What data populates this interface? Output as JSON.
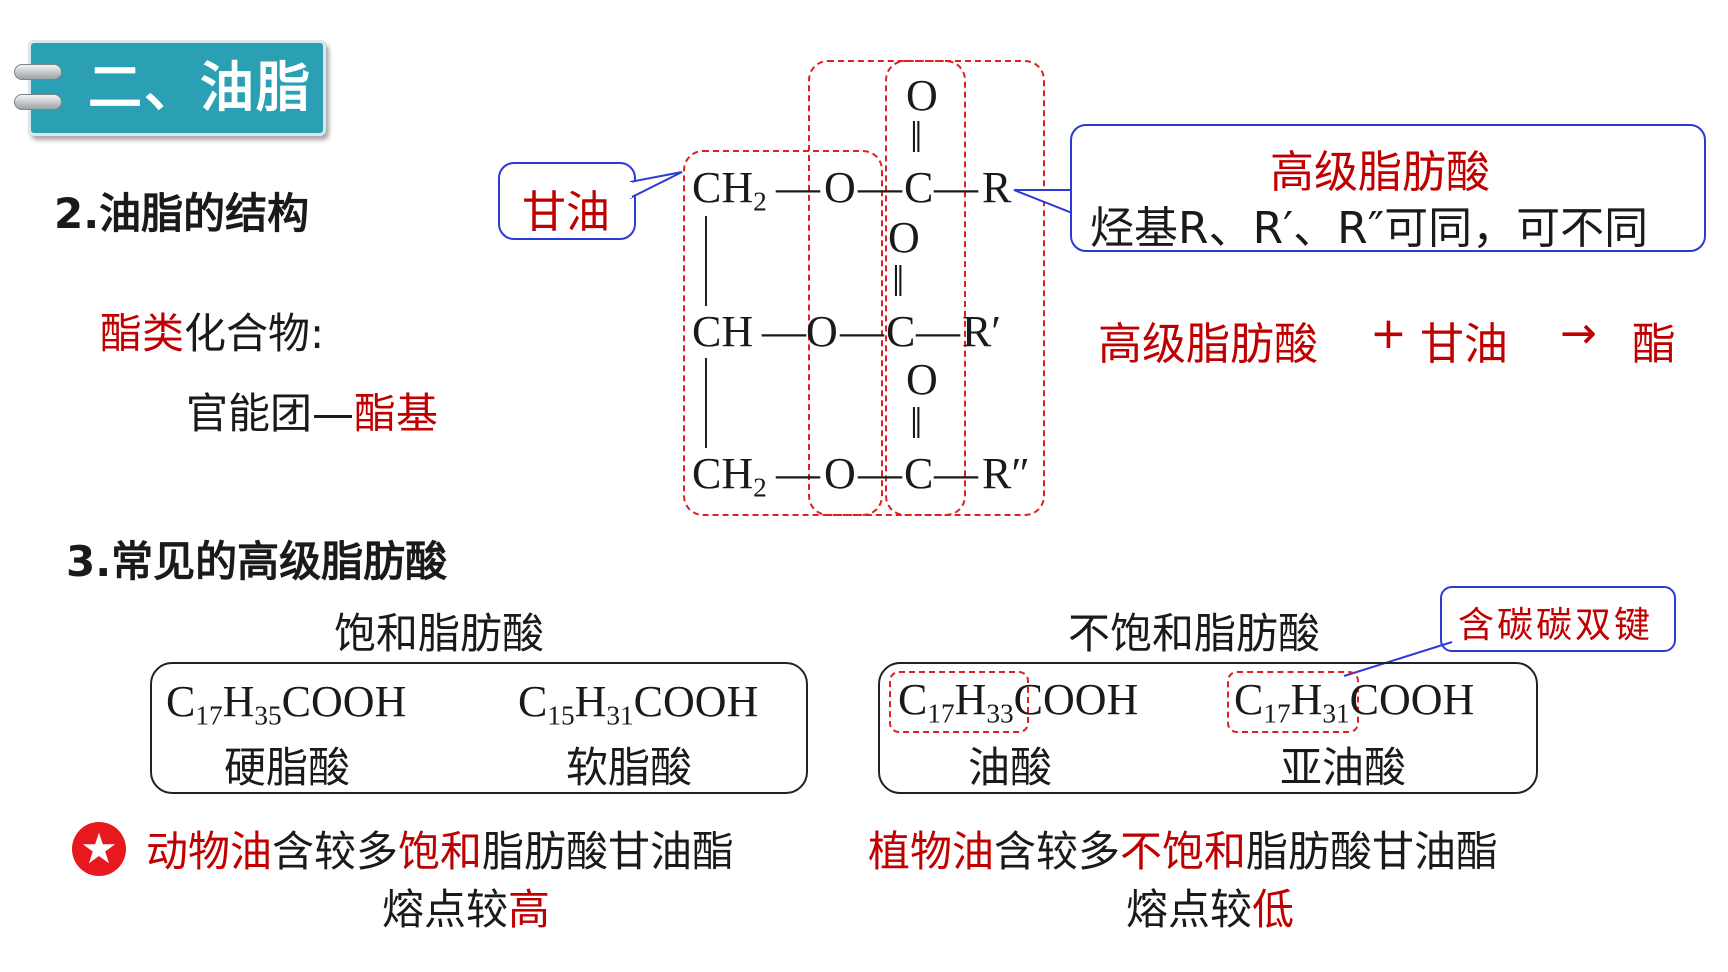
{
  "header": {
    "title": "二、油脂"
  },
  "section2": {
    "heading": "2.油脂的结构",
    "class_red": "酯类",
    "class_black": "化合物:",
    "group_black": "官能团—",
    "group_red": "酯基"
  },
  "structure": {
    "glycerol_label": "甘油",
    "fatty_acid_title": "高级脂肪酸",
    "fatty_acid_note": "烃基R、R′、R″可同，可不同",
    "atoms": {
      "ch2": "CH",
      "ch2_sub": "2",
      "ch": "CH",
      "o": "O",
      "c": "C",
      "r1": "R",
      "r2": "R′",
      "r3": "R″",
      "bond": "—",
      "dbl": "‖"
    }
  },
  "equation": {
    "acid": "高级脂肪酸",
    "plus": "+",
    "glycerol": "甘油",
    "arrow": "→",
    "ester": "酯"
  },
  "section3": {
    "heading": "3.常见的高级脂肪酸",
    "saturated": {
      "title": "饱和脂肪酸",
      "acids": [
        {
          "c": "C",
          "c_sub": "17",
          "h": "H",
          "h_sub": "35",
          "tail": "COOH",
          "name": "硬脂酸"
        },
        {
          "c": "C",
          "c_sub": "15",
          "h": "H",
          "h_sub": "31",
          "tail": "COOH",
          "name": "软脂酸"
        }
      ],
      "note_red1": "动物油",
      "note_black1": "含较多",
      "note_red2": "饱和",
      "note_black2": "脂肪酸甘油酯",
      "mp_black": "熔点较",
      "mp_red": "高"
    },
    "unsaturated": {
      "title": "不饱和脂肪酸",
      "callout": "含碳碳双键",
      "acids": [
        {
          "c": "C",
          "c_sub": "17",
          "h": "H",
          "h_sub": "33",
          "tail": "COOH",
          "name": "油酸"
        },
        {
          "c": "C",
          "c_sub": "17",
          "h": "H",
          "h_sub": "31",
          "tail": "COOH",
          "name": "亚油酸"
        }
      ],
      "note_red1": "植物油",
      "note_black1": "含较多",
      "note_red2": "不饱和",
      "note_black2": "脂肪酸甘油酯",
      "mp_black": "熔点较",
      "mp_red": "低"
    }
  },
  "colors": {
    "accent": "#2ba0b5",
    "red": "#c00000",
    "blue": "#2a3bd6",
    "dash_red": "#e02020",
    "star": "#e8191e"
  },
  "icons": {
    "star": "star-icon",
    "binder": "binder-ring-icon"
  }
}
